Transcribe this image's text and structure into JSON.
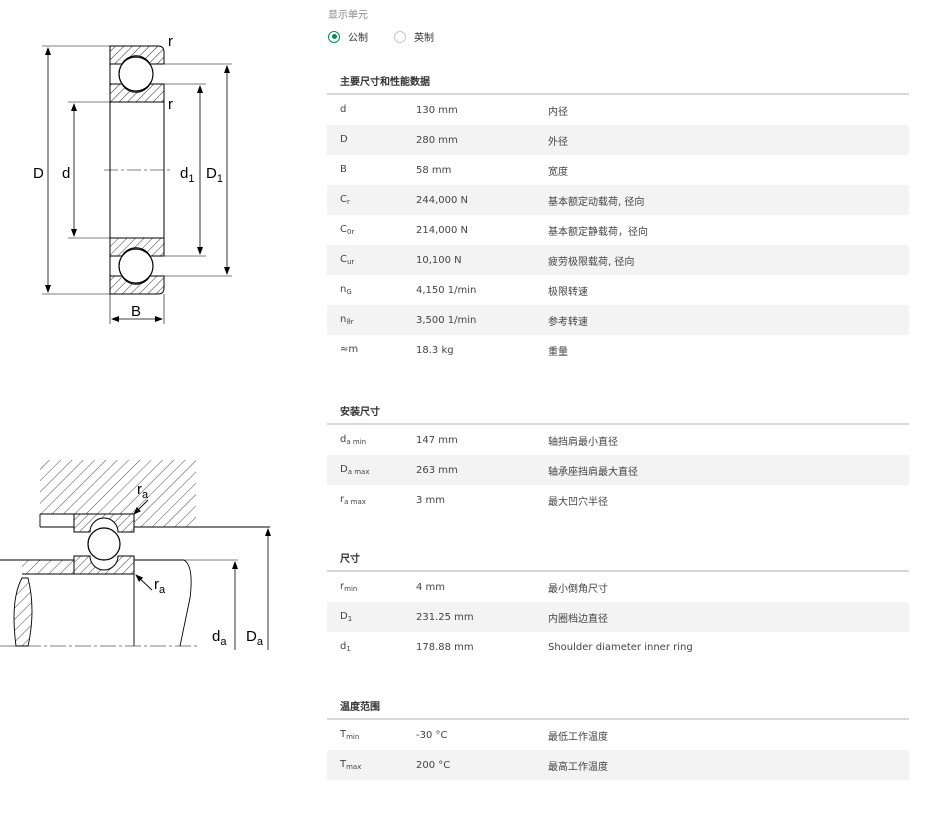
{
  "units": {
    "title": "显示单元",
    "options": [
      {
        "label": "公制",
        "selected": true
      },
      {
        "label": "英制",
        "selected": false
      }
    ]
  },
  "sections": [
    {
      "title": "主要尺寸和性能数据",
      "rows": [
        {
          "sym": "d",
          "sub": "",
          "value": "130 mm",
          "desc": "内径"
        },
        {
          "sym": "D",
          "sub": "",
          "value": "280 mm",
          "desc": "外径"
        },
        {
          "sym": "B",
          "sub": "",
          "value": "58 mm",
          "desc": "宽度"
        },
        {
          "sym": "C",
          "sub": "r",
          "value": "244,000 N",
          "desc": "基本额定动载荷, 径向"
        },
        {
          "sym": "C",
          "sub": "0r",
          "value": "214,000 N",
          "desc": "基本额定静载荷，径向"
        },
        {
          "sym": "C",
          "sub": "ur",
          "value": "10,100 N",
          "desc": "疲劳极限载荷, 径向"
        },
        {
          "sym": "n",
          "sub": "G",
          "value": "4,150 1/min",
          "desc": "极限转速"
        },
        {
          "sym": "n",
          "sub": "ϑr",
          "value": "3,500 1/min",
          "desc": "参考转速"
        },
        {
          "sym": "≈m",
          "sub": "",
          "value": "18.3 kg",
          "desc": "重量"
        }
      ]
    },
    {
      "title": "安装尺寸",
      "rows": [
        {
          "sym": "d",
          "sub": "a min",
          "value": "147 mm",
          "desc": "轴挡肩最小直径"
        },
        {
          "sym": "D",
          "sub": "a max",
          "value": "263 mm",
          "desc": "轴承座挡肩最大直径"
        },
        {
          "sym": "r",
          "sub": "a max",
          "value": "3 mm",
          "desc": "最大凹穴半径"
        }
      ]
    },
    {
      "title": "尺寸",
      "rows": [
        {
          "sym": "r",
          "sub": "min",
          "value": "4 mm",
          "desc": "最小倒角尺寸"
        },
        {
          "sym": "D",
          "sub": "1",
          "value": "231.25 mm",
          "desc": "内圈档边直径"
        },
        {
          "sym": "d",
          "sub": "1",
          "value": "178.88 mm",
          "desc": "Shoulder diameter inner ring"
        }
      ]
    },
    {
      "title": "温度范围",
      "rows": [
        {
          "sym": "T",
          "sub": "min",
          "value": "-30 °C",
          "desc": "最低工作温度"
        },
        {
          "sym": "T",
          "sub": "max",
          "value": "200 °C",
          "desc": "最高工作温度"
        }
      ]
    }
  ],
  "diagram_labels": {
    "r": "r",
    "D": "D",
    "d": "d",
    "d1": "d",
    "d1_sub": "1",
    "D1": "D",
    "D1_sub": "1",
    "B": "B",
    "ra": "r",
    "ra_sub": "a",
    "da": "d",
    "da_sub": "a",
    "Da": "D",
    "Da_sub": "a"
  }
}
